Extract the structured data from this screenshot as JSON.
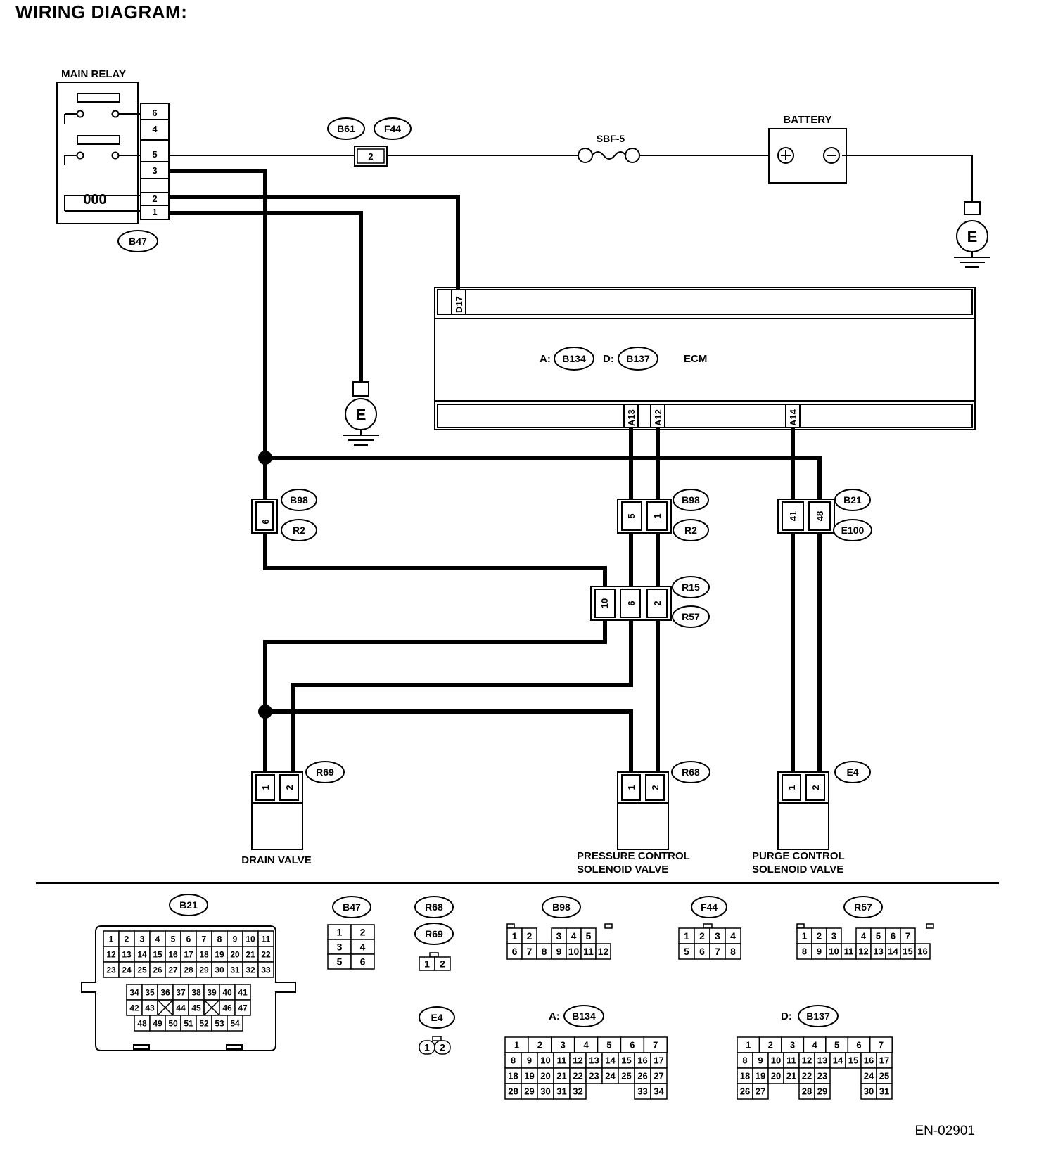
{
  "header": "WIRING DIAGRAM:",
  "doc_code": "EN-02901",
  "labels": {
    "main_relay": "MAIN RELAY",
    "battery": "BATTERY",
    "fuse": "SBF-5",
    "ecm": "ECM",
    "ecm_a_prefix": "A:",
    "ecm_d_prefix": "D:",
    "ground": "E",
    "drain_valve": "DRAIN VALVE",
    "pcsv_line1": "PRESSURE CONTROL",
    "pcsv_line2": "SOLENOID VALVE",
    "purge_line1": "PURGE CONTROL",
    "purge_line2": "SOLENOID VALVE",
    "view_a_prefix": "A:",
    "view_d_prefix": "D:"
  },
  "connectors": {
    "b47": "B47",
    "b61": "B61",
    "f44": "F44",
    "b134": "B134",
    "b137": "B137",
    "b98": "B98",
    "r2": "R2",
    "b21": "B21",
    "e100": "E100",
    "r15": "R15",
    "r57": "R57",
    "r69": "R69",
    "r68": "R68",
    "e4": "E4"
  },
  "relay_pins": [
    "6",
    "4",
    "5",
    "3",
    "2",
    "1"
  ],
  "coil_glyph": "000",
  "pins": {
    "f44_2": "2",
    "d17": "D17",
    "a13": "A13",
    "a12": "A12",
    "a14": "A14",
    "b98_6": "6",
    "b98_5": "5",
    "b98_1": "1",
    "b21_41": "41",
    "b21_48": "48",
    "r15_10": "10",
    "r15_6": "6",
    "r15_2": "2",
    "r69_1": "1",
    "r69_2": "2",
    "r68_1": "1",
    "r68_2": "2",
    "e4_1": "1",
    "e4_2": "2"
  },
  "views": {
    "b21": {
      "rows": [
        [
          "1",
          "2",
          "3",
          "4",
          "5",
          "6",
          "7",
          "8",
          "9",
          "10",
          "11"
        ],
        [
          "12",
          "13",
          "14",
          "15",
          "16",
          "17",
          "18",
          "19",
          "20",
          "21",
          "22"
        ],
        [
          "23",
          "24",
          "25",
          "26",
          "27",
          "28",
          "29",
          "30",
          "31",
          "32",
          "33"
        ],
        [
          "34",
          "35",
          "36",
          "37",
          "38",
          "39",
          "40",
          "41"
        ],
        [
          "42",
          "43",
          "",
          "44",
          "45",
          "",
          "46",
          "47"
        ],
        [
          "48",
          "49",
          "50",
          "51",
          "52",
          "53",
          "54"
        ]
      ]
    },
    "b47": {
      "rows": [
        [
          "1",
          "2"
        ],
        [
          "3",
          "4"
        ],
        [
          "5",
          "6"
        ]
      ]
    },
    "r68_r69": {
      "rows": [
        [
          "1",
          "2"
        ]
      ]
    },
    "b98": {
      "rows": [
        [
          "1",
          "2",
          "",
          "3",
          "4",
          "5"
        ],
        [
          "6",
          "7",
          "8",
          "9",
          "10",
          "11",
          "12"
        ]
      ]
    },
    "f44": {
      "rows": [
        [
          "1",
          "2",
          "3",
          "4"
        ],
        [
          "5",
          "6",
          "7",
          "8"
        ]
      ]
    },
    "r57": {
      "rows": [
        [
          "1",
          "2",
          "3",
          "",
          "4",
          "5",
          "6",
          "7"
        ],
        [
          "8",
          "9",
          "10",
          "11",
          "12",
          "13",
          "14",
          "15",
          "16"
        ]
      ]
    },
    "e4": {
      "rows": [
        [
          "1",
          "2"
        ]
      ]
    },
    "b134": {
      "rows": [
        [
          "1",
          "2",
          "3",
          "4",
          "5",
          "6",
          "7"
        ],
        [
          "8",
          "9",
          "10",
          "11",
          "12",
          "13",
          "14",
          "15",
          "16",
          "17"
        ],
        [
          "18",
          "19",
          "20",
          "21",
          "22",
          "23",
          "24",
          "25",
          "26",
          "27"
        ],
        [
          "28",
          "29",
          "30",
          "31",
          "32",
          "",
          "",
          "",
          "33",
          "34"
        ]
      ]
    },
    "b137": {
      "rows": [
        [
          "1",
          "2",
          "3",
          "4",
          "5",
          "6",
          "7"
        ],
        [
          "8",
          "9",
          "10",
          "11",
          "12",
          "13",
          "14",
          "15",
          "16",
          "17"
        ],
        [
          "18",
          "19",
          "20",
          "21",
          "22",
          "23",
          "",
          "",
          "24",
          "25"
        ],
        [
          "26",
          "27",
          "",
          "",
          "28",
          "29",
          "",
          "",
          "30",
          "31"
        ]
      ]
    }
  }
}
